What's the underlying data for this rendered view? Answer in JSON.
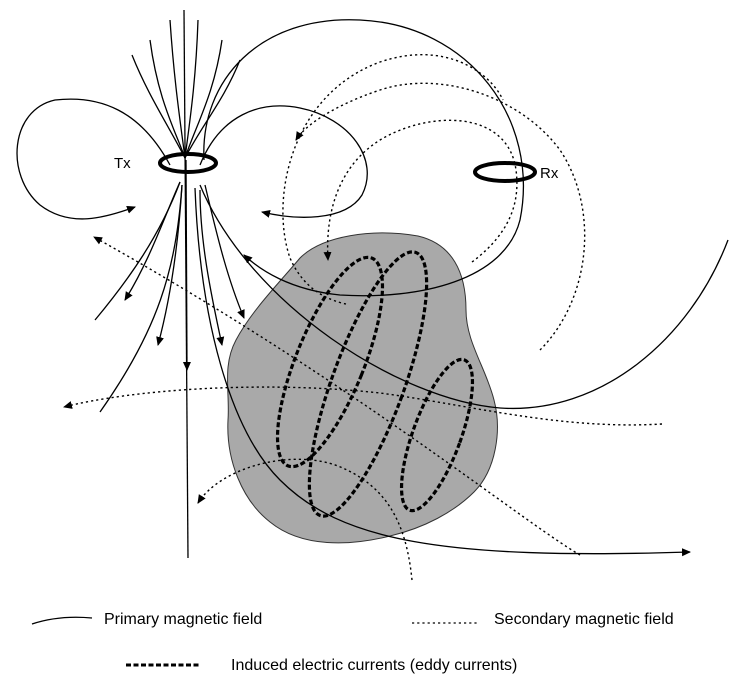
{
  "labels": {
    "transmitter": "Tx",
    "receiver": "Rx"
  },
  "legend": {
    "primary": "Primary magnetic field",
    "secondary": "Secondary magnetic field",
    "eddy": "Induced electric currents (eddy currents)"
  },
  "colors": {
    "conductive_body": "#a9a9a9",
    "lines": "#000000"
  }
}
